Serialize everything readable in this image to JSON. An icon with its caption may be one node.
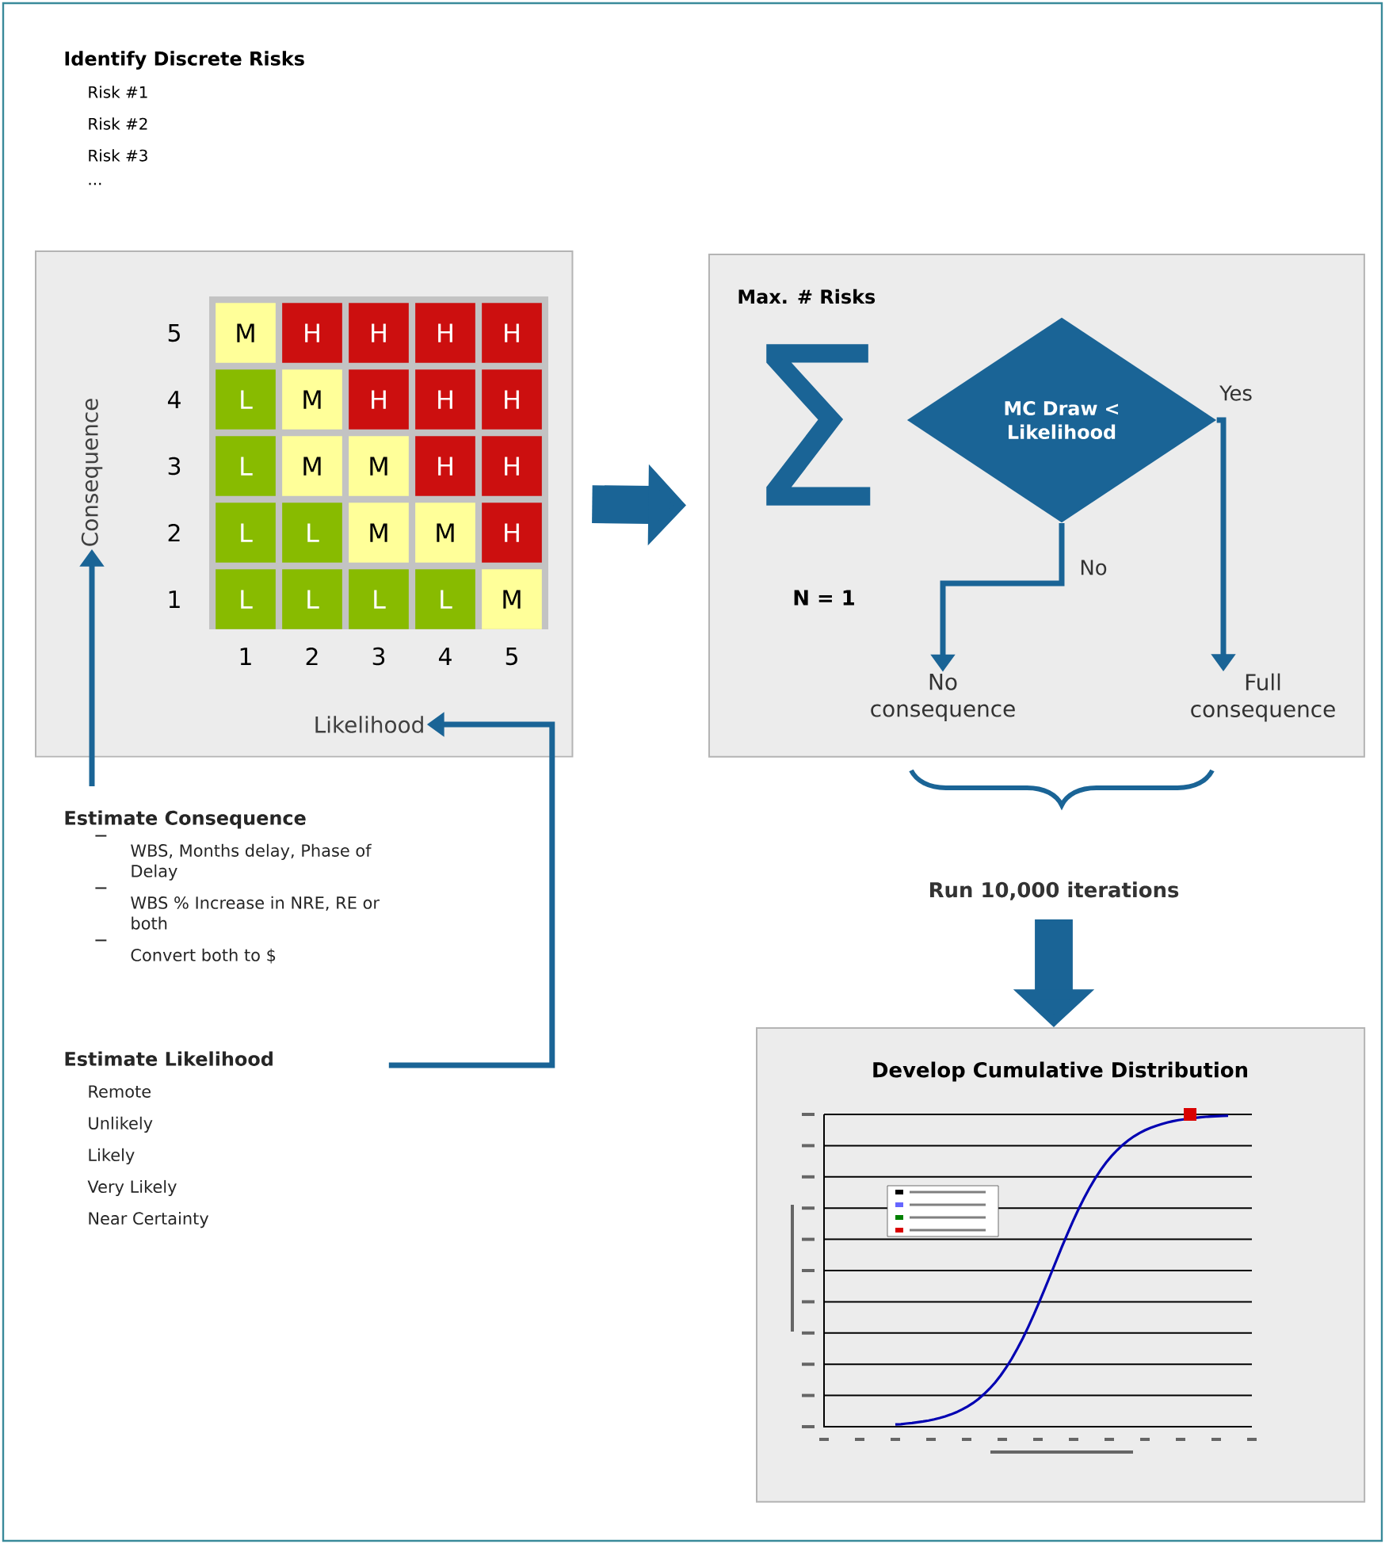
{
  "diagram": {
    "nodes": [
      {
        "text": [],
        "shape": "box"
      },
      {
        "text": [
          "Consequence"
        ],
        "in": 0
      },
      {
        "text": [
          "Likelihood"
        ],
        "in": 0
      },
      {
        "text": [
          "Max. # Risks",
          "Σ",
          "N = 1"
        ]
      },
      {
        "text": [
          "MC Draw < Likelihood"
        ],
        "in": 3
      },
      {
        "text": [
          "No consequence"
        ],
        "in": 3
      },
      {
        "text": [
          "Full consequence"
        ],
        "in": 3
      },
      {
        "text": [
          "Develop Cumulative Distribution"
        ]
      },
      {
        "text": [
          "Estimate Consequence",
          "WBS, Months delay, Phase of Delay",
          "WBS % Increase in NRE, RE or both",
          "Convert both to $"
        ]
      },
      {
        "text": [
          "Estimate Likelihood",
          "Remote",
          "Unlikely",
          "Likely",
          "Very Likely",
          "Near Certainty"
        ]
      }
    ],
    "edges": [
      {
        "from": 0,
        "to": 3,
        "arrow": "to",
        "style": "thick"
      },
      {
        "from": 4,
        "to": 5,
        "arrow": "to",
        "label": "No"
      },
      {
        "from": 4,
        "to": 6,
        "arrow": "to",
        "label": "Yes"
      },
      {
        "from": null,
        "to": 7,
        "arrow": "to",
        "style": "thick",
        "label": "Run 10,000 iterations"
      },
      {
        "from": 8,
        "to": 1,
        "arrow": "to"
      },
      {
        "from": 9,
        "to": 2,
        "arrow": "to"
      }
    ],
    "labels": [
      "Identify Discrete Risks",
      "Risk #1",
      "Risk #2",
      "Risk #3",
      "...",
      "5",
      "M",
      "H",
      "H",
      "H",
      "H",
      "4",
      "L",
      "M",
      "H",
      "H",
      "H",
      "3",
      "L",
      "M",
      "M",
      "H",
      "H",
      "2",
      "L",
      "L",
      "M",
      "M",
      "H",
      "1",
      "L",
      "L",
      "L",
      "L",
      "M",
      "1",
      "2",
      "3",
      "4",
      "5"
    ]
  }
}
